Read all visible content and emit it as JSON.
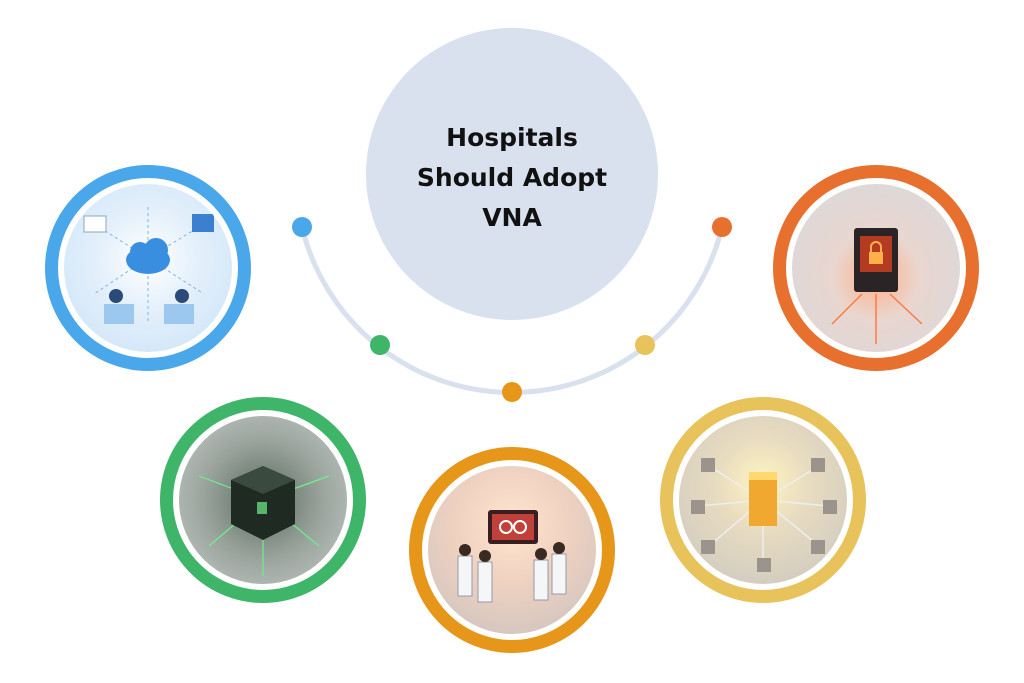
{
  "title": "Hospitals Should Adopt VNA",
  "nodes": [
    {
      "id": "cloud-network",
      "icon": "cloud-network-illustration",
      "color": "#4aa8ea"
    },
    {
      "id": "data-center",
      "icon": "server-cube-illustration",
      "color": "#3fb56a"
    },
    {
      "id": "medical-team",
      "icon": "doctors-team-illustration",
      "color": "#e69618"
    },
    {
      "id": "central-hub",
      "icon": "glowing-hub-illustration",
      "color": "#e8c25a"
    },
    {
      "id": "security",
      "icon": "lock-vault-illustration",
      "color": "#e8702e"
    }
  ],
  "arc_color": "#d9e0ee"
}
